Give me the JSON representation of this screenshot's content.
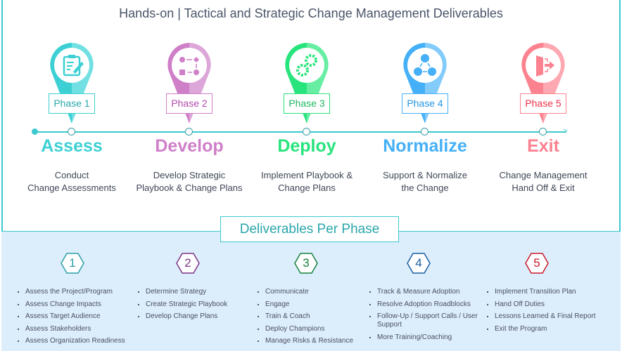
{
  "title": "Hands-on | Tactical and Strategic Change Management Deliverables",
  "phases": [
    {
      "label": "Phase 1",
      "name": "Assess",
      "desc1": "Conduct",
      "desc2": "Change Assessments",
      "color": "#3cd0d4",
      "light": "#72e0e2",
      "text": "#2aa6ab",
      "icon": "clipboard-icon"
    },
    {
      "label": "Phase 2",
      "name": "Develop",
      "desc1": "Develop Strategic",
      "desc2": "Playbook & Change Plans",
      "color": "#cf7fc8",
      "light": "#dda6d8",
      "text": "#b449ad",
      "icon": "process-flow-icon"
    },
    {
      "label": "Phase 3",
      "name": "Deploy",
      "desc1": "Implement Playbook &",
      "desc2": "Change Plans",
      "color": "#27e47c",
      "light": "#68eea3",
      "text": "#1fb861",
      "icon": "gears-icon"
    },
    {
      "label": "Phase 4",
      "name": "Normalize",
      "desc1": "Support & Normalize",
      "desc2": "the Change",
      "color": "#45b0f7",
      "light": "#82cbfa",
      "text": "#2496e2",
      "icon": "network-users-icon"
    },
    {
      "label": "Phase 5",
      "name": "Exit",
      "desc1": "Change Management",
      "desc2": "Hand Off & Exit",
      "color": "#fd8290",
      "light": "#fea8b2",
      "text": "#f0304a",
      "icon": "exit-door-icon"
    }
  ],
  "deliverables_title": "Deliverables Per Phase",
  "deliverables": [
    {
      "num": "1",
      "color": "#2aa0a6",
      "items": [
        "Assess the Project/Program",
        "Assess Change Impacts",
        "Assess Target Audience",
        "Assess Stakeholders",
        "Assess Organization Readiness"
      ]
    },
    {
      "num": "2",
      "color": "#7d3585",
      "items": [
        "Determine Strategy",
        "Create Strategic Playbook",
        "Develop Change Plans"
      ]
    },
    {
      "num": "3",
      "color": "#16823e",
      "items": [
        "Communicate",
        "Engage",
        "Train & Coach",
        "Deploy Champions",
        "Manage Risks & Resistance"
      ]
    },
    {
      "num": "4",
      "color": "#1a5fa3",
      "items": [
        "Track & Measure Adoption",
        "Resolve Adoption Roadblocks",
        "Follow-Up / Support Calls / User Support",
        "More Training/Coaching"
      ]
    },
    {
      "num": "5",
      "color": "#cc1a2c",
      "items": [
        "Implement Transition Plan",
        "Hand Off Duties",
        "Lessons Learned & Final Report",
        "Exit the Program"
      ]
    }
  ]
}
